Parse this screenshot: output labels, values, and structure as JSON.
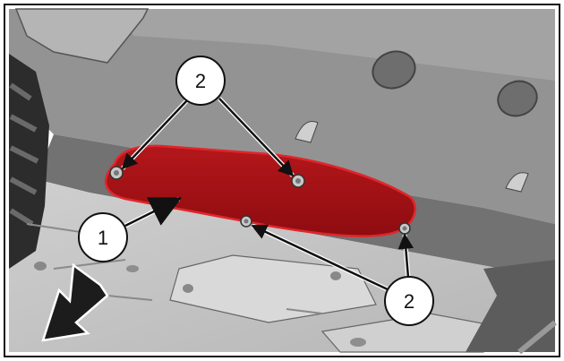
{
  "callouts": {
    "panel_label": "1",
    "fastener_label_top": "2",
    "fastener_label_bottom": "2"
  },
  "colors": {
    "panel_fill": "#a30f13",
    "panel_edge": "#d21d22",
    "upper_surface": "#8f8f8f",
    "wall_surface": "#7b7b7b",
    "floor_surface": "#c4c4c4",
    "arrow": "#1a1a1a"
  },
  "icons": {
    "direction_indicator": "forward-arrow-icon"
  }
}
